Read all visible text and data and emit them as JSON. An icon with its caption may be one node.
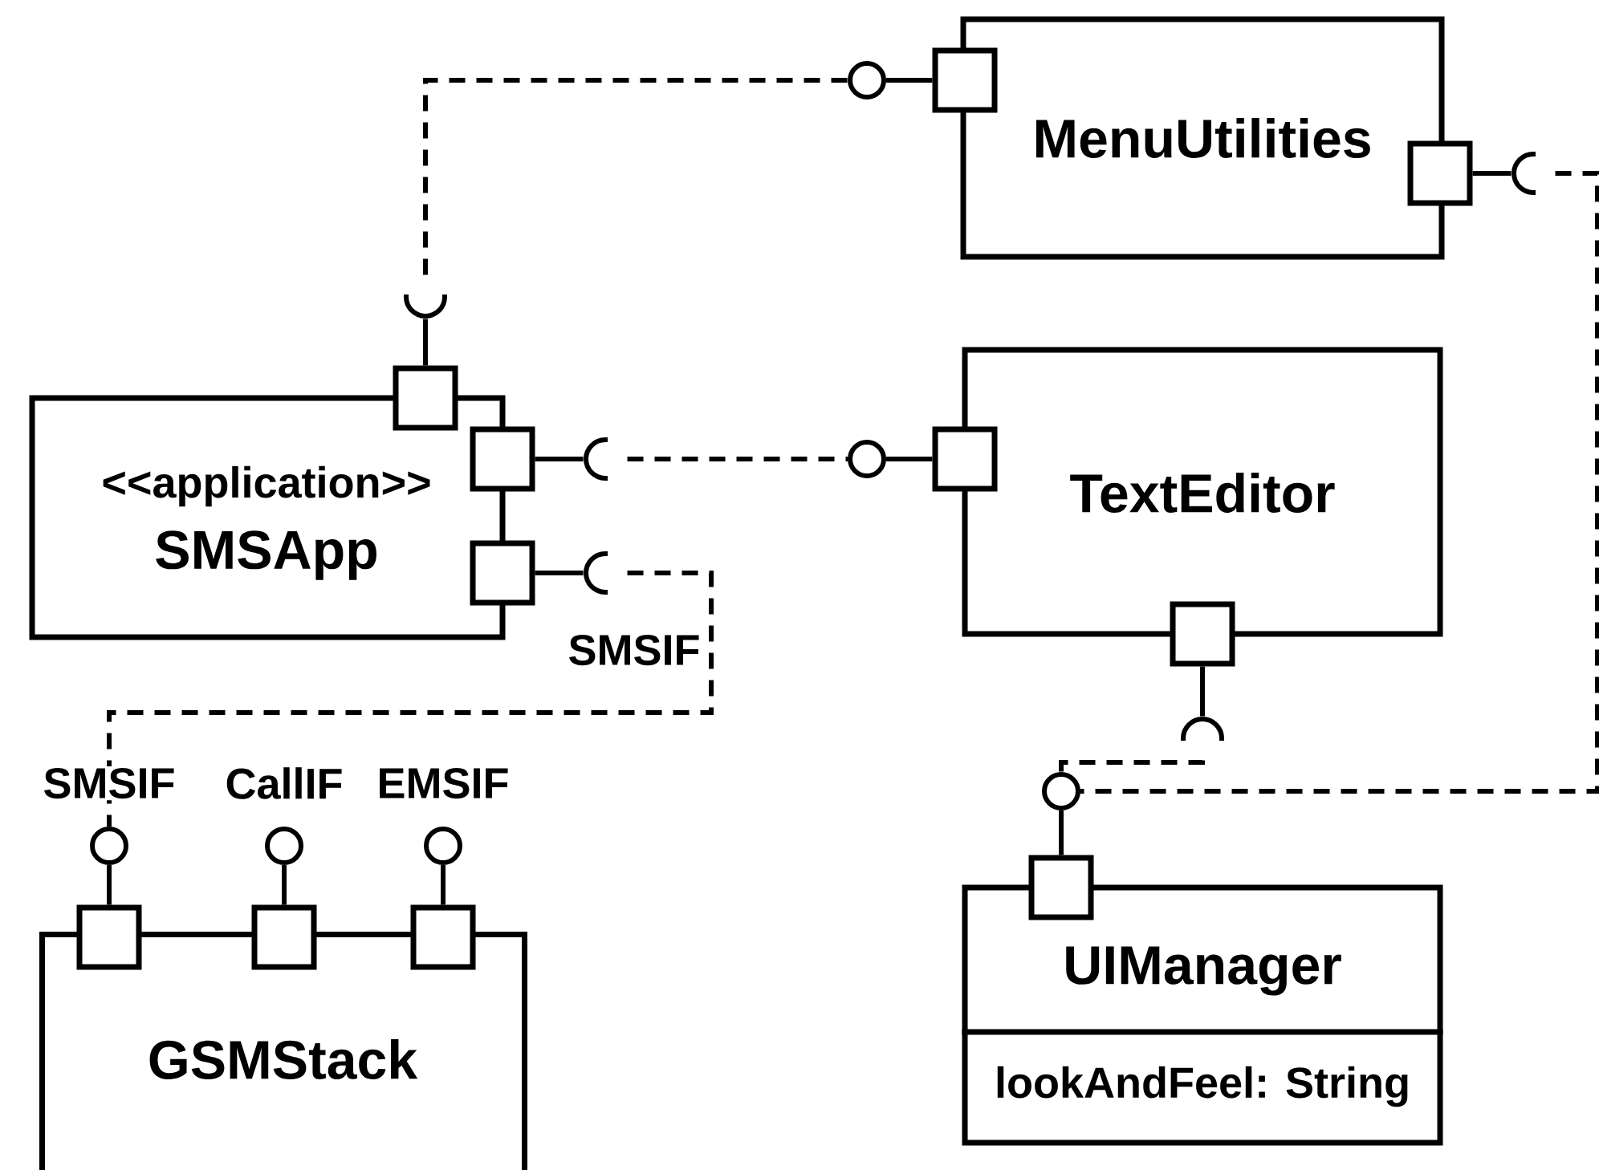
{
  "diagram": {
    "nodes": [
      {
        "text": [
          "MenuUtilities"
        ]
      },
      {
        "text": [],
        "shape": "box"
      },
      {
        "text": [],
        "shape": "box"
      },
      {
        "text": [
          "<<application>>",
          "SMSApp"
        ]
      },
      {
        "text": [],
        "shape": "box"
      },
      {
        "text": [],
        "shape": "box"
      },
      {
        "text": [],
        "shape": "box"
      },
      {
        "text": [
          "TextEditor"
        ]
      },
      {
        "text": [],
        "shape": "box"
      },
      {
        "text": [],
        "shape": "box"
      },
      {
        "text": [
          "UIManager",
          "lookAndFeel: String"
        ]
      },
      {
        "text": [],
        "shape": "box"
      },
      {
        "text": [
          "GSMStack"
        ]
      },
      {
        "text": [],
        "shape": "box"
      },
      {
        "text": [],
        "shape": "box"
      },
      {
        "text": [],
        "shape": "box"
      },
      {
        "text": [],
        "shape": "circle"
      },
      {
        "text": [],
        "shape": "arc"
      },
      {
        "text": [],
        "shape": "arc"
      },
      {
        "text": [],
        "shape": "arc",
        "beside": [
          "SMSIF"
        ]
      },
      {
        "text": [],
        "shape": "circle"
      },
      {
        "text": [],
        "shape": "arc"
      },
      {
        "text": [],
        "shape": "arc"
      },
      {
        "text": [],
        "shape": "circle"
      },
      {
        "text": [],
        "shape": "circle",
        "beside": [
          "SMSIF"
        ]
      },
      {
        "text": [],
        "shape": "circle",
        "beside": [
          "CallIF"
        ]
      },
      {
        "text": [],
        "shape": "circle",
        "beside": [
          "EMSIF"
        ]
      }
    ],
    "edges": [
      {
        "from": 1,
        "to": 16,
        "arrow": "none"
      },
      {
        "from": 4,
        "to": 17,
        "arrow": "none"
      },
      {
        "from": 5,
        "to": 18,
        "arrow": "none"
      },
      {
        "from": 6,
        "to": 19,
        "arrow": "none"
      },
      {
        "from": 8,
        "to": 20,
        "arrow": "none"
      },
      {
        "from": 2,
        "to": 21,
        "arrow": "none"
      },
      {
        "from": 9,
        "to": 22,
        "arrow": "none"
      },
      {
        "from": 11,
        "to": 23,
        "arrow": "none"
      },
      {
        "from": 13,
        "to": 24,
        "arrow": "none"
      },
      {
        "from": 14,
        "to": 25,
        "arrow": "none"
      },
      {
        "from": 15,
        "to": 26,
        "arrow": "none"
      },
      {
        "from": 17,
        "to": 16,
        "arrow": "none",
        "style": "dashed"
      },
      {
        "from": 18,
        "to": 20,
        "arrow": "none",
        "style": "dashed"
      },
      {
        "from": 19,
        "to": 24,
        "arrow": "none",
        "style": "dashed"
      },
      {
        "from": 22,
        "to": 23,
        "arrow": "none",
        "style": "dashed"
      },
      {
        "from": 21,
        "to": 23,
        "arrow": "none",
        "style": "dashed"
      }
    ]
  }
}
